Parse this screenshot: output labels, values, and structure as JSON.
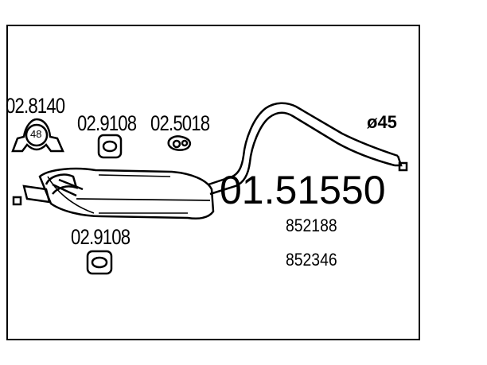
{
  "parts": {
    "clamp_code": "02.8140",
    "clamp_size": "48",
    "hanger_top_code": "02.9108",
    "mount_code": "02.5018",
    "hanger_bottom_code": "02.9108"
  },
  "main_part_number": "01.51550",
  "diameter_label": "ø45",
  "oem_refs": [
    "852188",
    "852346"
  ],
  "colors": {
    "line": "#000000",
    "background": "#ffffff"
  }
}
